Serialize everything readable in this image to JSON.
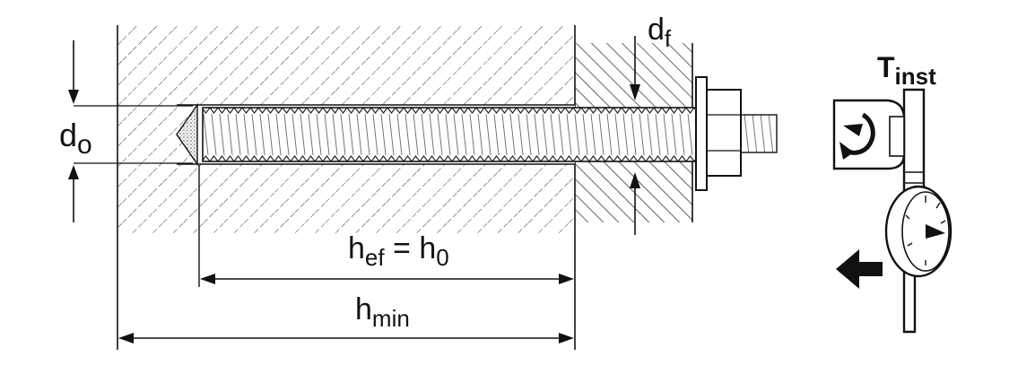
{
  "labels": {
    "d0": {
      "main": "d",
      "sub": "o"
    },
    "df": {
      "main": "d",
      "sub": "f"
    },
    "hef": {
      "main1": "h",
      "sub1": "ef",
      "eq": " = ",
      "main2": "h",
      "sub2": "0"
    },
    "hmin": {
      "main": "h",
      "sub": "min"
    },
    "tinst": {
      "main": "T",
      "sub": "inst"
    }
  },
  "icons": {
    "wrench": "torque-wrench-icon",
    "arrow": "push-arrow-icon",
    "rotation": "rotation-arrow-icon"
  },
  "colors": {
    "line": "#111111",
    "background": "#ffffff"
  }
}
